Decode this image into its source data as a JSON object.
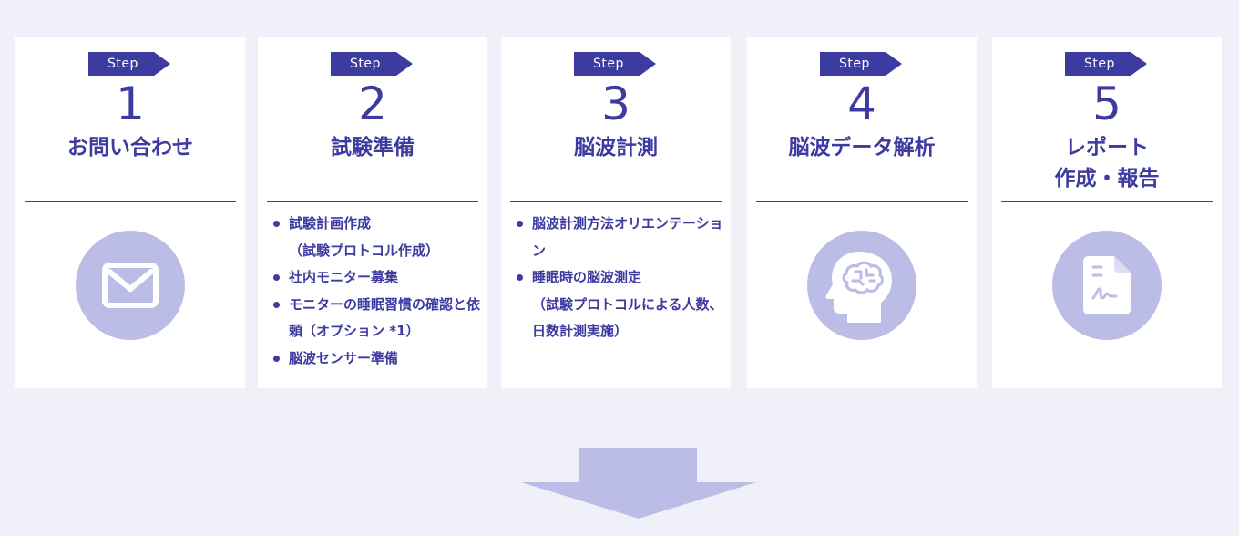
{
  "steps": [
    {
      "badge": "Step",
      "number": "1",
      "title": "お問い合わせ",
      "icon": "envelope-icon"
    },
    {
      "badge": "Step",
      "number": "2",
      "title": "試験準備",
      "bullets": [
        "試験計画作成\n（試験プロトコル作成）",
        "社内モニター募集",
        "モニターの睡眠習慣の確認と依頼（オプション *1）",
        "脳波センサー準備"
      ]
    },
    {
      "badge": "Step",
      "number": "3",
      "title": "脳波計測",
      "bullets": [
        "脳波計測方法オリエンテーション",
        "睡眠時の脳波測定\n（試験プロトコルによる人数、日数計測実施）"
      ]
    },
    {
      "badge": "Step",
      "number": "4",
      "title": "脳波データ解析",
      "icon": "brain-head-icon"
    },
    {
      "badge": "Step",
      "number": "5",
      "title": "レポート\n作成・報告",
      "icon": "document-icon"
    }
  ],
  "colors": {
    "accent": "#3d3aa0",
    "icon_circle": "#bcbde6",
    "arrow": "#bcbde6",
    "background": "#eff0f8"
  }
}
